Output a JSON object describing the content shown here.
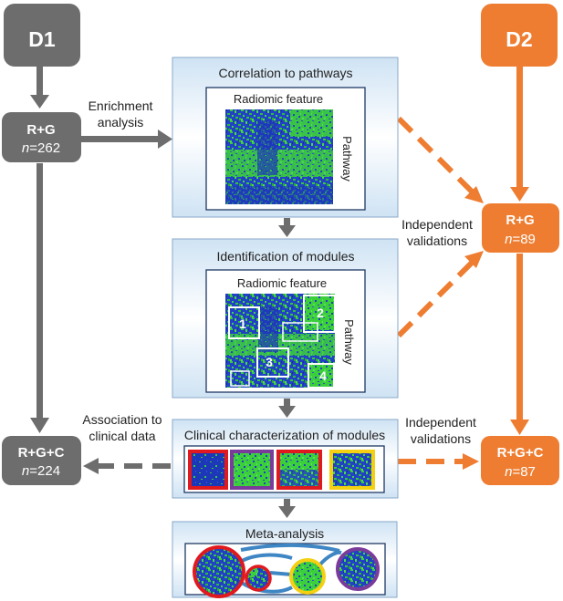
{
  "d1": {
    "header": "D1",
    "rg": {
      "label": "R+G",
      "n_prefix": "n",
      "n_suffix": "=262"
    },
    "rgc": {
      "label": "R+G+C",
      "n_prefix": "n",
      "n_suffix": "=224"
    }
  },
  "d2": {
    "header": "D2",
    "rg": {
      "label": "R+G",
      "n_prefix": "n",
      "n_suffix": "=89"
    },
    "rgc": {
      "label": "R+G+C",
      "n_prefix": "n",
      "n_suffix": "=87"
    }
  },
  "labels": {
    "enrichment_1": "Enrichment",
    "enrichment_2": "analysis",
    "association_1": "Association to",
    "association_2": "clinical data",
    "validations_top_1": "Independent",
    "validations_top_2": "validations",
    "validations_bottom_1": "Independent",
    "validations_bottom_2": "validations"
  },
  "panels": {
    "correlation": {
      "title": "Correlation to pathways",
      "x_label": "Radiomic feature",
      "y_label": "Pathway"
    },
    "modules": {
      "title": "Identification of modules",
      "x_label": "Radiomic feature",
      "y_label": "Pathway",
      "module_numbers": [
        "1",
        "2",
        "3",
        "4"
      ]
    },
    "clinical": {
      "title": "Clinical characterization of modules"
    },
    "meta": {
      "title": "Meta-analysis"
    }
  },
  "colors": {
    "d1_gray": "#6d6d6d",
    "d2_orange": "#ee7d31",
    "heat_blue": "#1f3fc0",
    "heat_green": "#3fcf3a",
    "module_red": "#e0191f",
    "module_purple": "#7a3b9b",
    "module_yellow": "#f5cf12",
    "link_blue": "#3e86c4"
  }
}
